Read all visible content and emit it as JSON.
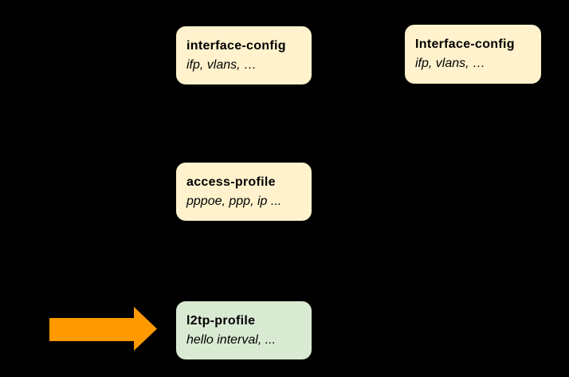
{
  "diagram": {
    "background_color": "#000000",
    "text_color": "#000000",
    "nodes": [
      {
        "title": "interface-config",
        "subtitle": "ifp, vlans, …",
        "fill": "#FFF2CC"
      },
      {
        "title": "Interface-config",
        "subtitle": "ifp, vlans, …",
        "fill": "#FFF2CC"
      },
      {
        "title": "access-profile",
        "subtitle": "pppoe, ppp, ip ...",
        "fill": "#FFF2CC"
      },
      {
        "title": "l2tp-profile",
        "subtitle": "hello interval, ...",
        "fill": "#D9EAD3"
      }
    ],
    "arrow": {
      "shape": "right-arrow",
      "color": "#FF9900"
    }
  }
}
